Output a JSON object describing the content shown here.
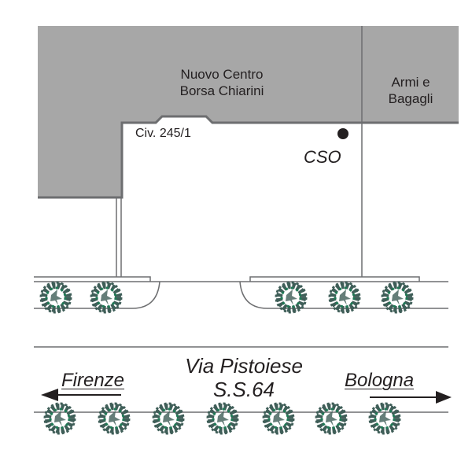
{
  "map": {
    "buildings": [
      {
        "id": "nuovo-centro",
        "line1": "Nuovo Centro",
        "line2": "Borsa Chiarini"
      },
      {
        "id": "armi-bagagli",
        "line1": "Armi e",
        "line2": "Bagagli"
      }
    ],
    "entrance_label": "Civ. 245/1",
    "poi_label": "CSO",
    "road": {
      "name": "Via Pistoiese",
      "code": "S.S.64"
    },
    "directions": {
      "left": "Firenze",
      "right": "Bologna"
    },
    "tree_rows": {
      "upper_count": 5,
      "lower_count": 7
    },
    "colors": {
      "building_fill": "#a7a7a7",
      "line": "#6d6e70",
      "tree_dark": "#3f5e58",
      "tree_green": "#1e7a55",
      "poi_dot": "#231f20",
      "text": "#231f20"
    }
  }
}
